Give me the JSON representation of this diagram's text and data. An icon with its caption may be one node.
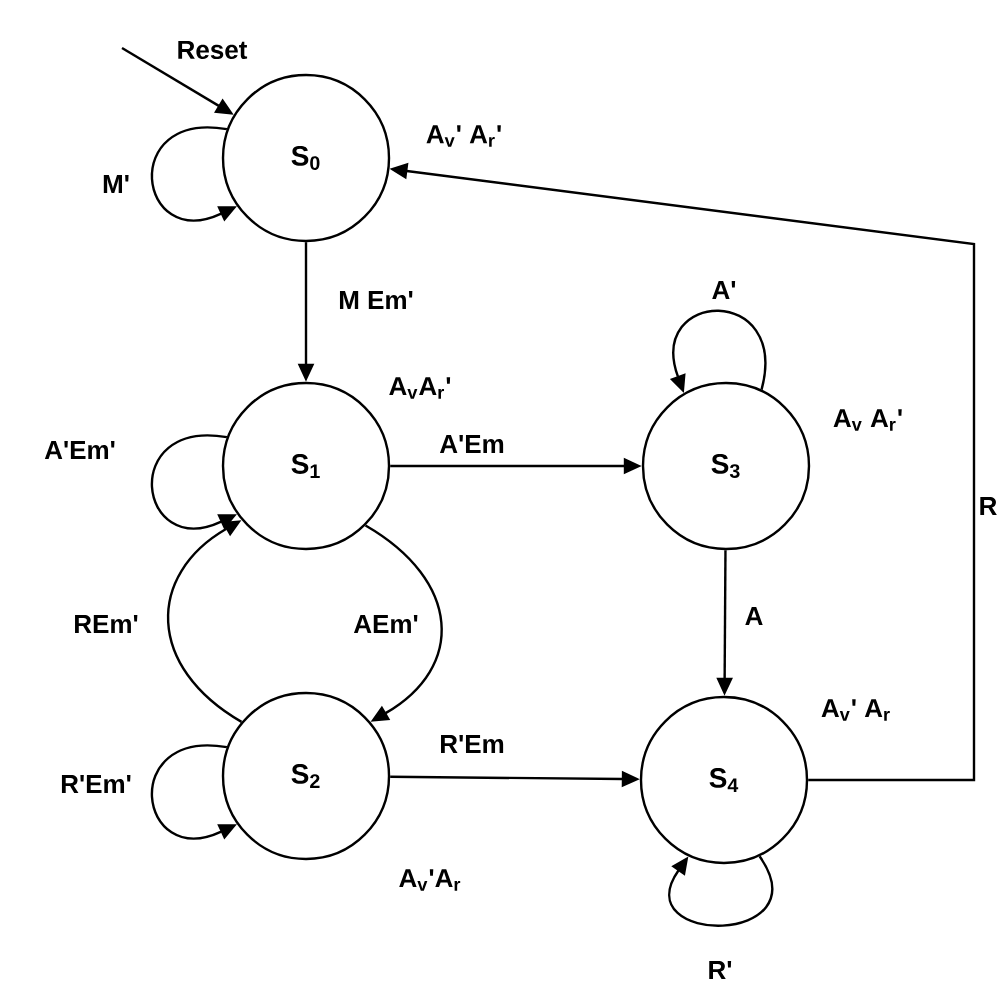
{
  "diagram": {
    "nodes": [
      {
        "text": [
          "S$_{0}$"
        ],
        "beside": [
          "A$_{v}$' A$_{r}$'"
        ]
      },
      {
        "text": [
          "S$_{1}$"
        ],
        "beside": [
          "A$_{v}$A$_{r}$'"
        ]
      },
      {
        "text": [
          "S$_{3}$"
        ],
        "beside": [
          "A$_{v}$ A$_{r}$'"
        ]
      },
      {
        "text": [
          "S$_{2}$"
        ],
        "beside": [
          "A$_{v}$'A$_{r}$"
        ]
      },
      {
        "text": [
          "S$_{4}$"
        ],
        "beside": [
          "A$_{v}$' A$_{r}$"
        ]
      }
    ],
    "edges": [
      {
        "from": null,
        "to": 0,
        "arrow": "to",
        "label": "Reset"
      },
      {
        "from": 0,
        "to": 0,
        "arrow": "to",
        "label": "M'"
      },
      {
        "from": 0,
        "to": 1,
        "arrow": "to",
        "label": "M Em'"
      },
      {
        "from": 1,
        "to": 1,
        "arrow": "to",
        "label": "A'Em'"
      },
      {
        "from": 1,
        "to": 2,
        "arrow": "to",
        "label": "A'Em"
      },
      {
        "from": 1,
        "to": 3,
        "arrow": "to",
        "label": "AEm'"
      },
      {
        "from": 3,
        "to": 1,
        "arrow": "to",
        "label": "REm'"
      },
      {
        "from": 3,
        "to": 3,
        "arrow": "to",
        "label": "R'Em'"
      },
      {
        "from": 3,
        "to": 4,
        "arrow": "to",
        "label": "R'Em"
      },
      {
        "from": 2,
        "to": 2,
        "arrow": "to",
        "label": "A'"
      },
      {
        "from": 2,
        "to": 4,
        "arrow": "to",
        "label": "A"
      },
      {
        "from": 4,
        "to": 4,
        "arrow": "to",
        "label": "R'"
      },
      {
        "from": 4,
        "to": 0,
        "arrow": "to",
        "label": "R"
      }
    ]
  }
}
